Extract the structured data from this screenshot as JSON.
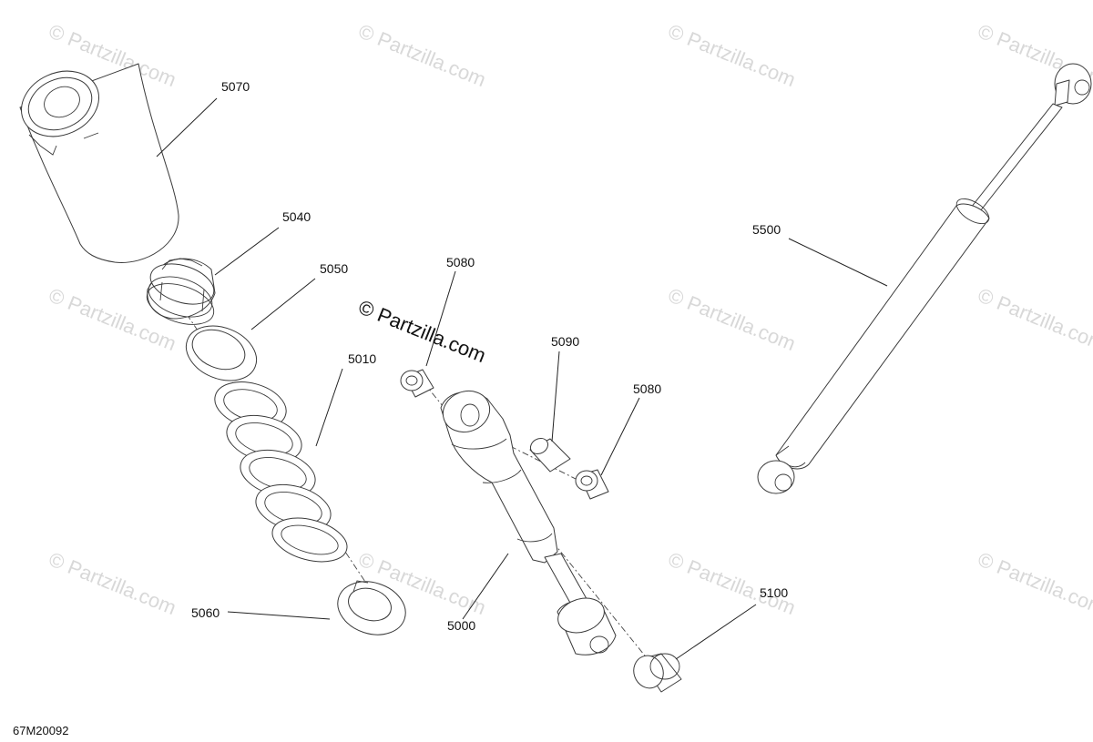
{
  "watermark": "© Partzilla.com",
  "stamp": "© Partzilla.com",
  "drawing_code": "67M20092",
  "callouts": {
    "c5070": "5070",
    "c5040": "5040",
    "c5050": "5050",
    "c5010": "5010",
    "c5060": "5060",
    "c5080a": "5080",
    "c5090": "5090",
    "c5080b": "5080",
    "c5000": "5000",
    "c5100": "5100",
    "c5500": "5500"
  },
  "colors": {
    "line": "#3a3a3a",
    "watermark": "#d8d8d8"
  }
}
